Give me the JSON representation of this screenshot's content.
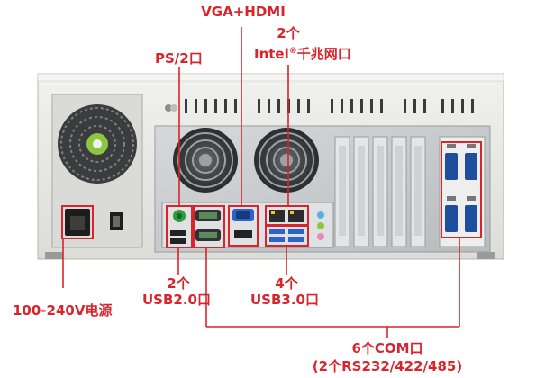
{
  "labels": {
    "vga_hdmi": "VGA+HDMI",
    "lan_count": "2个",
    "lan_brand": "Intel",
    "lan_reg": "®",
    "lan_desc": "千兆网口",
    "ps2": "PS/2口",
    "usb2_count": "2个",
    "usb2_desc": "USB2.0口",
    "usb3_count": "4个",
    "usb3_desc": "USB3.0口",
    "power": "100-240V电源",
    "com_line1": "6个COM口",
    "com_line2": "(2个RS232/422/485)"
  },
  "colors": {
    "accent": "#d8242b",
    "chassis": "#e7e7e4",
    "panel": "#c9ccce",
    "usb_blue": "#2d63c8",
    "port_green": "#2e9d3e"
  }
}
